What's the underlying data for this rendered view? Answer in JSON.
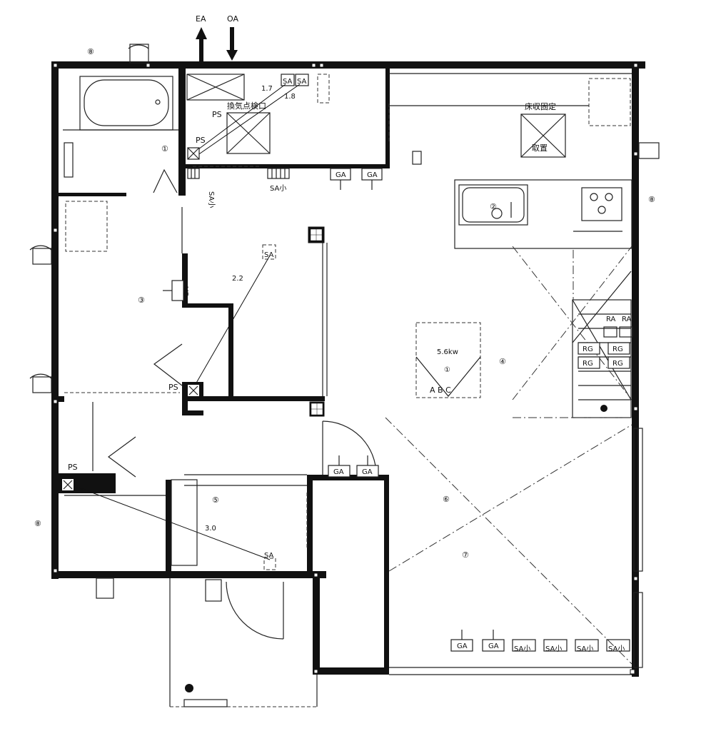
{
  "arrows": {
    "ea": "EA",
    "oa": "OA"
  },
  "rooms": {
    "r1": "①",
    "r2": "②",
    "r3": "③",
    "r4": "④",
    "r5": "⑤",
    "r6": "⑥",
    "r7": "⑦"
  },
  "markers": {
    "top_left": "⑧",
    "right": "⑧",
    "left": "⑧"
  },
  "duct_lengths": {
    "d1": "1.7",
    "d2": "1.8",
    "d3": "2.2",
    "d4": "3.0"
  },
  "notes": {
    "inspection": "換気点検口",
    "floor_fixed": "床収固定",
    "remove": "取置",
    "unit_capacity": "5.6kw",
    "unit_number": "①",
    "unit_abc": "A B C"
  },
  "labels": {
    "ps": "PS",
    "sa": "SA",
    "sa_small": "SA小",
    "ga": "GA",
    "ra": "RA",
    "rg": "RG"
  }
}
